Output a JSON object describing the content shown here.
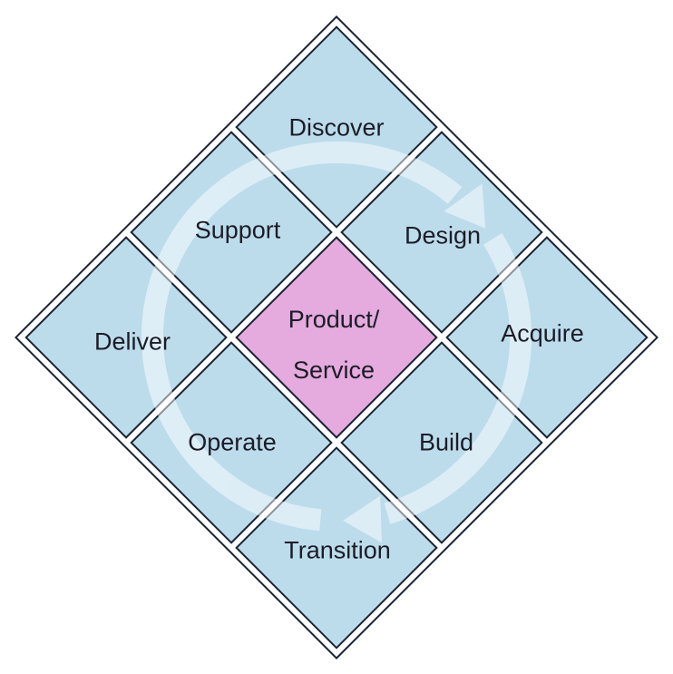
{
  "diagram": {
    "description": "Product/Service lifecycle diamond diagram with clockwise flow arrow",
    "shape": "3x3 diamond grid rotated 45 degrees"
  },
  "colors": {
    "cell_fill": "#bcdcec",
    "center_fill": "#e5aade",
    "line": "#1d2433",
    "text": "#1c1c26",
    "arrow": "#ffffff",
    "background": "#ffffff"
  },
  "arrow": {
    "direction": "clockwise",
    "opacity": 0.5
  },
  "center": {
    "line1": "Product/",
    "line2": "Service"
  },
  "stages": [
    {
      "label": "Discover",
      "position": "top"
    },
    {
      "label": "Design",
      "position": "upper-right"
    },
    {
      "label": "Acquire",
      "position": "right"
    },
    {
      "label": "Build",
      "position": "lower-right"
    },
    {
      "label": "Transition",
      "position": "bottom"
    },
    {
      "label": "Operate",
      "position": "lower-left"
    },
    {
      "label": "Deliver",
      "position": "left"
    },
    {
      "label": "Support",
      "position": "upper-left"
    }
  ]
}
